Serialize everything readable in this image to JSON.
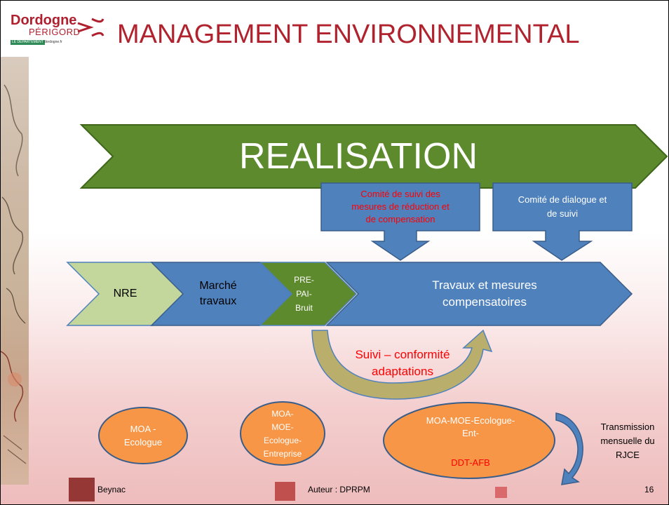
{
  "header": {
    "logo_name": "Dordogne",
    "logo_sub": "PÉRIGORD",
    "logo_tag": "LE DÉPARTEMENT",
    "logo_url": "dordogne.fr",
    "title": "MANAGEMENT ENVIRONNEMENTAL"
  },
  "phase": {
    "label": "REALISATION"
  },
  "committees": [
    {
      "text": "Comité de suivi des\nmesures de réduction et\nde compensation"
    },
    {
      "text": "Comité de dialogue et\nde suivi"
    }
  ],
  "process": {
    "steps": [
      {
        "text": "NRE"
      },
      {
        "text": "Marché\ntravaux"
      },
      {
        "text": "PRE-\nPAI-\nBruit"
      },
      {
        "text": "Travaux et mesures\ncompensatoires"
      }
    ]
  },
  "loop": {
    "text": "Suivi – conformité\nadaptations"
  },
  "actors": [
    {
      "text": "MOA -\nEcologue"
    },
    {
      "text": "MOA-\nMOE-\nEcologue-\nEntreprise"
    },
    {
      "line1": "MOA-MOE-Ecologue-\nEnt-",
      "line2": "DDT-AFB"
    }
  ],
  "transmission": {
    "text": "Transmission\nmensuelle du\nRJCE"
  },
  "footer": {
    "location": "Beynac",
    "author": "Auteur : DPRPM",
    "page": "16"
  },
  "colors": {
    "title_red": "#b0232e",
    "big_arrow_green": "#5e8a2e",
    "process_blue": "#4f81bd",
    "light_green": "#c3d69b",
    "orange": "#f79646",
    "alert_red": "#ff0000"
  }
}
